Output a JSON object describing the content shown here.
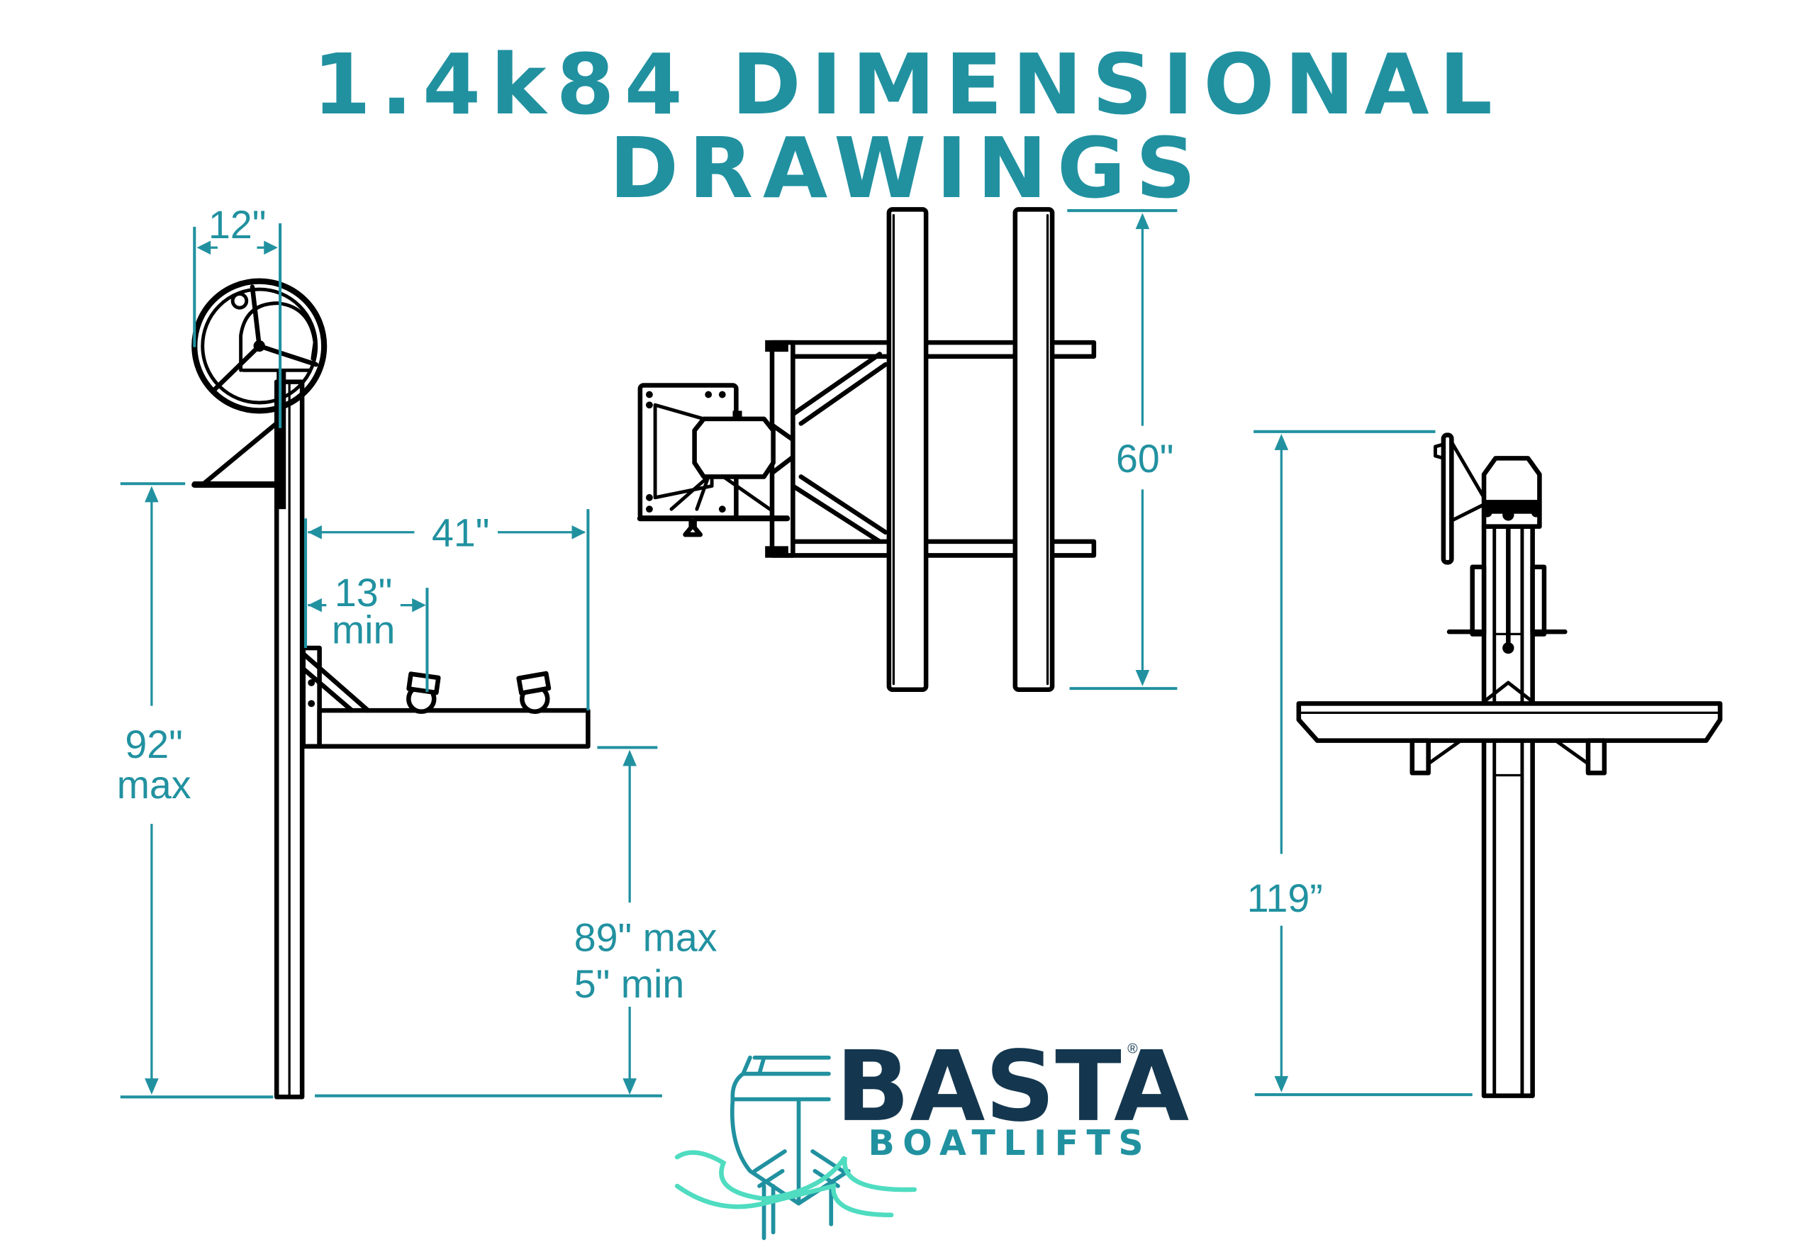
{
  "title": "1.4k84 DIMENSIONAL DRAWINGS",
  "colors": {
    "accent_teal": "#2191a0",
    "logo_navy": "#14374f",
    "wave_mint": "#4fdcc0",
    "line_black": "#000000",
    "background": "#ffffff"
  },
  "views": {
    "side_view": {
      "dimensions": {
        "wheel_width": "12\"",
        "bunk_length": "41\"",
        "bunk_offset_label": "13\"",
        "bunk_offset_qualifier": "min",
        "lift_height_value": "92\"",
        "lift_height_qualifier": "max",
        "clearance_max": "89\" max",
        "clearance_min": "5\" min"
      }
    },
    "top_view": {
      "dimensions": {
        "bunk_span": "60\""
      }
    },
    "front_view": {
      "dimensions": {
        "overall_height": "119”"
      }
    }
  },
  "logo": {
    "brand": "BASTA",
    "registered_mark": "®",
    "tagline": "BOATLIFTS"
  }
}
